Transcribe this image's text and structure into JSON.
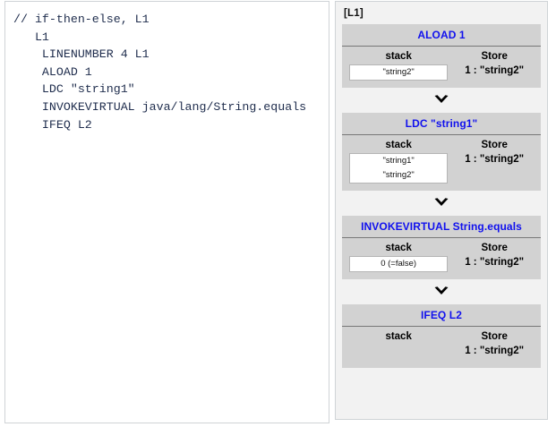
{
  "code_panel": {
    "listing": "// if-then-else, L1\n   L1\n    LINENUMBER 4 L1\n    ALOAD 1\n    LDC \"string1\"\n    INVOKEVIRTUAL java/lang/String.equals\n    IFEQ L2"
  },
  "diagram_panel": {
    "frame_label": "[L1]",
    "stack_heading": "stack",
    "store_heading": "Store",
    "arrow_glyph": "chevron-down",
    "steps": [
      {
        "title": "ALOAD 1",
        "stack": [
          "\"string2\""
        ],
        "store": "1 : \"string2\""
      },
      {
        "title": "LDC \"string1\"",
        "stack": [
          "\"string1\"",
          "\"string2\""
        ],
        "store": "1 : \"string2\""
      },
      {
        "title": "INVOKEVIRTUAL String.equals",
        "stack": [
          "0 (=false)"
        ],
        "store": "1 : \"string2\""
      },
      {
        "title": "IFEQ L2",
        "stack": [],
        "store": "1 : \"string2\""
      }
    ]
  },
  "colors": {
    "title_blue": "#1111ee",
    "block_gray": "#d2d2d2",
    "panel_gray": "#f2f2f2",
    "code_navy": "#1f2d4d"
  }
}
